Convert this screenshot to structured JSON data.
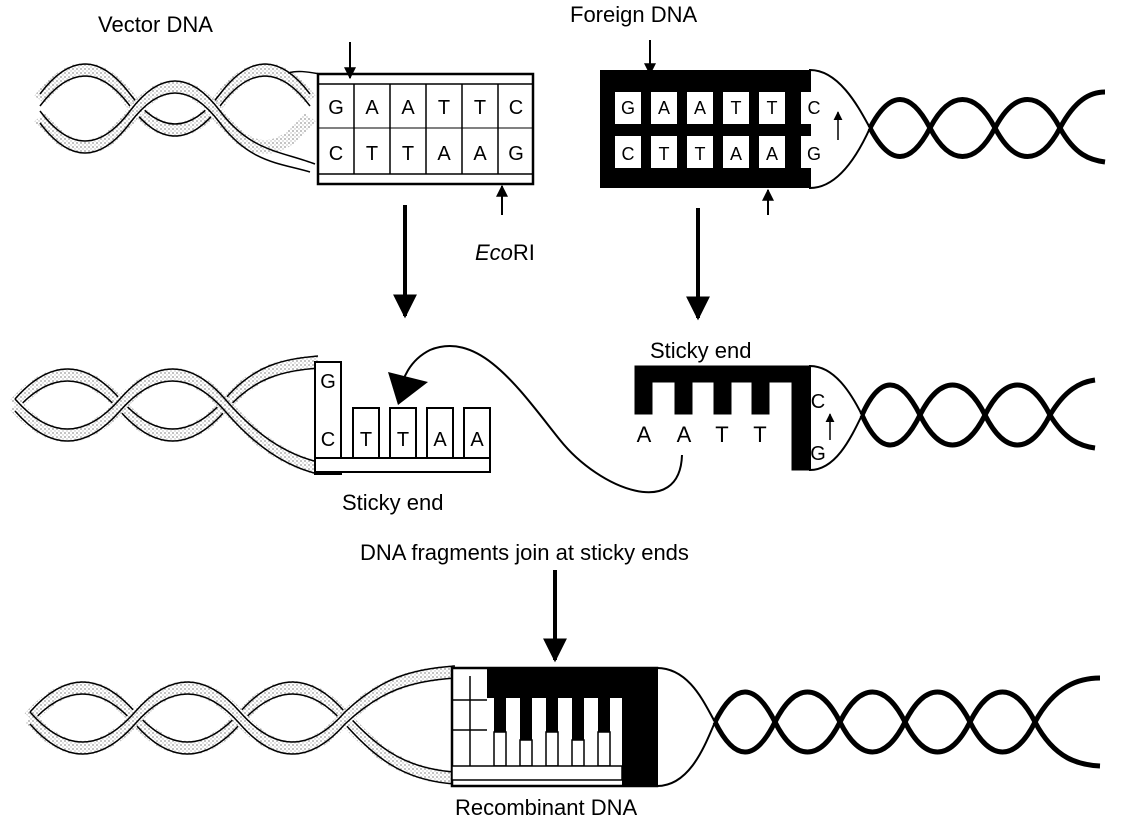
{
  "labels": {
    "vector_dna": "Vector DNA",
    "foreign_dna": "Foreign DNA",
    "enzyme_italic": "Eco",
    "enzyme_rest": "RI",
    "sticky_end_foreign": "Sticky end",
    "sticky_end_vector": "Sticky end",
    "join_caption": "DNA fragments join at sticky ends",
    "recombinant_dna": "Recombinant DNA"
  },
  "sequences": {
    "top_strand": [
      "G",
      "A",
      "A",
      "T",
      "T",
      "C"
    ],
    "bottom_strand": [
      "C",
      "T",
      "T",
      "A",
      "A",
      "G"
    ],
    "vector_sticky_top": [
      "G"
    ],
    "vector_sticky_bottom": [
      "C",
      "T",
      "T",
      "A",
      "A"
    ],
    "foreign_sticky_overhang": [
      "A",
      "A",
      "T",
      "T"
    ],
    "foreign_sticky_right": [
      "C",
      "G"
    ]
  },
  "colors": {
    "ink": "#000000",
    "strand_fill": "#d8d8d8",
    "foreign_fill": "#000000",
    "background": "#ffffff"
  }
}
